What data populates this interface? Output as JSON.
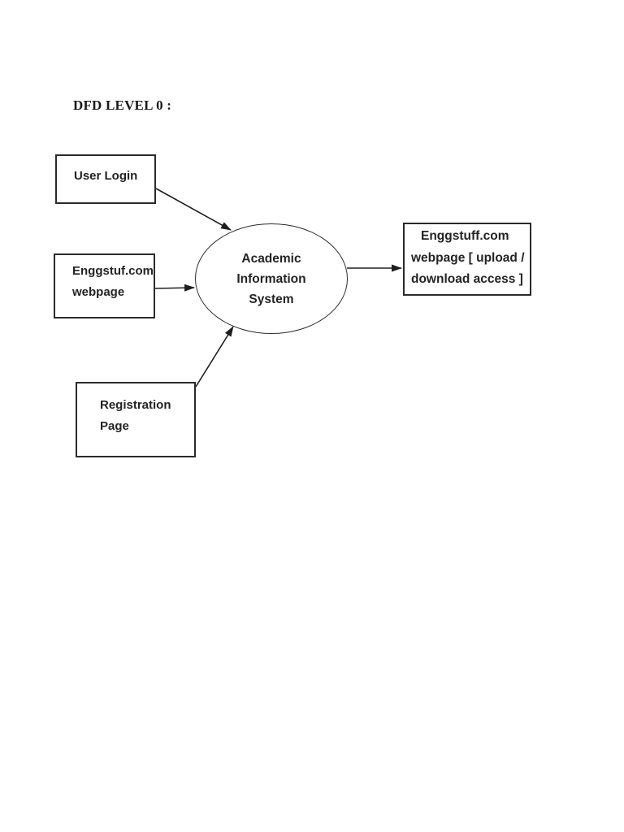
{
  "page": {
    "title": "DFD LEVEL 0 :",
    "background_color": "#ffffff",
    "ink_color": "#1f1f1f"
  },
  "diagram": {
    "type": "data-flow-diagram",
    "process": {
      "lines": [
        "Academic",
        "Information",
        "System"
      ]
    },
    "entities": [
      {
        "lines": [
          "User Login"
        ]
      },
      {
        "lines": [
          "Enggstuf.com",
          "webpage"
        ]
      },
      {
        "lines": [
          "Registration",
          "Page"
        ]
      },
      {
        "lines": [
          "Enggstuff.com",
          "webpage [ upload /",
          "download access ]"
        ]
      }
    ],
    "flows": [
      {
        "from": "user-login",
        "to": "process"
      },
      {
        "from": "enggstuf-webpage",
        "to": "process"
      },
      {
        "from": "registration-page",
        "to": "process"
      },
      {
        "from": "process",
        "to": "enggstuff-output"
      }
    ]
  }
}
